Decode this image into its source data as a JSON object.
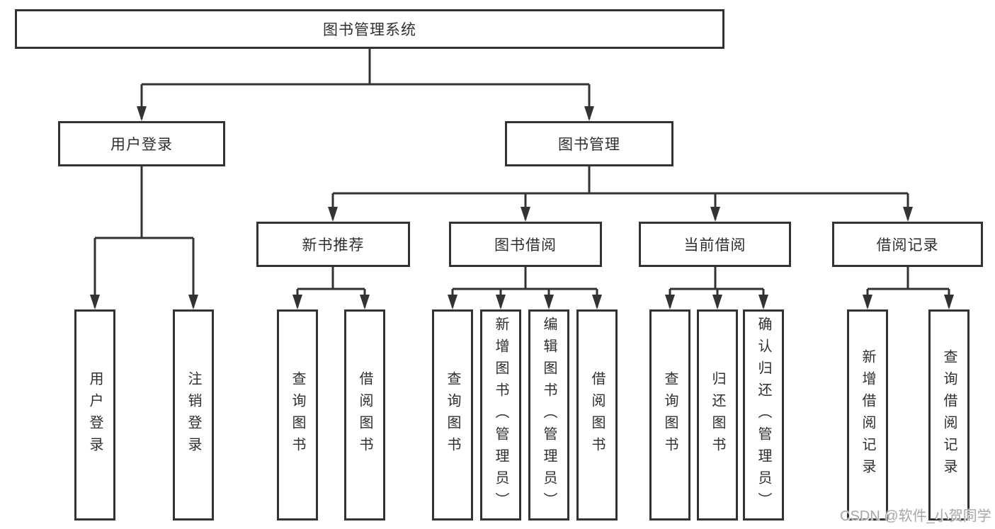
{
  "tree": {
    "label": "图书管理系统",
    "children": [
      {
        "label": "用户登录",
        "children": [
          {
            "label": "用户登录"
          },
          {
            "label": "注销登录"
          }
        ]
      },
      {
        "label": "图书管理",
        "children": [
          {
            "label": "新书推荐",
            "children": [
              {
                "label": "查询图书"
              },
              {
                "label": "借阅图书"
              }
            ]
          },
          {
            "label": "图书借阅",
            "children": [
              {
                "label": "查询图书"
              },
              {
                "label": "新增图书（管理员）"
              },
              {
                "label": "编辑图书（管理员）"
              },
              {
                "label": "借阅图书"
              }
            ]
          },
          {
            "label": "当前借阅",
            "children": [
              {
                "label": "查询图书"
              },
              {
                "label": "归还图书"
              },
              {
                "label": "确认归还（管理员）"
              }
            ]
          },
          {
            "label": "借阅记录",
            "children": [
              {
                "label": "新增借阅记录"
              },
              {
                "label": "查询借阅记录"
              }
            ]
          }
        ]
      }
    ]
  },
  "watermark": "CSDN @软件_小贺同学",
  "colors": {
    "line": "#333333",
    "text": "#2f2f2f",
    "watermark": "#a9a9a9",
    "background": "#ffffff"
  }
}
